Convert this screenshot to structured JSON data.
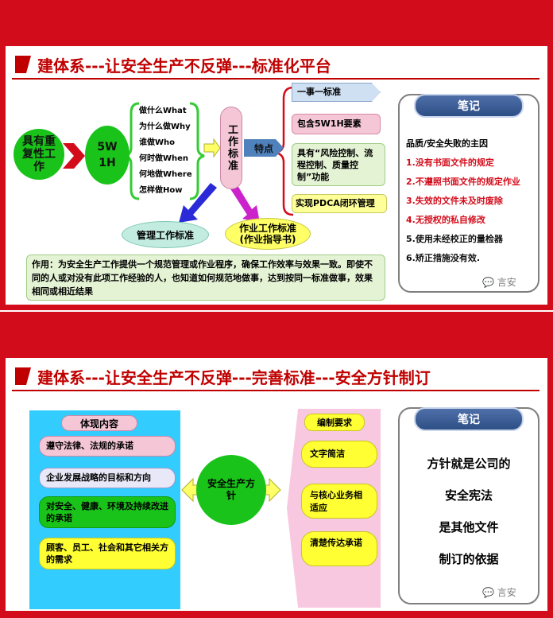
{
  "slide1": {
    "title": "建体系---让安全生产不反弹---标准化平台",
    "source": "具有重复性工作",
    "fivew": "5W\n1H",
    "questions": [
      "做什么What",
      "为什么做Why",
      "谁做Who",
      "何时做When",
      "何地做Where",
      "怎样做How"
    ],
    "work_standard": "工作标准",
    "features_label": "特点",
    "features": [
      "一事一标准",
      "包含5W1H要素",
      "具有“风险控制、流程控制、质量控制”功能",
      "实现PDCA闭环管理"
    ],
    "mgmt_standard": "管理工作标准",
    "op_standard": "作业工作标准\n(作业指导书)",
    "role_text": "作用：为安全生产工作提供一个规范管理或作业程序，确保工作效率与效果一致。即使不同的人或对没有此项工作经验的人，也知道如何规范地做事，达到按同一标准做事，效果相同或相近结果",
    "note_title": "笔记",
    "note_intro": "品质/安全失败的主因",
    "note_items": [
      "1.没有书面文件的规定",
      "2.不遵照书面文件的规定作业",
      "3.失效的文件未及时废除",
      "4.无授权的私自修改",
      "5.使用未经校正的量检器",
      "6.矫正措施没有效."
    ],
    "watermark": "言安"
  },
  "slide2": {
    "title": "建体系---让安全生产不反弹---完善标准---安全方针制订",
    "content_header": "体现内容",
    "content_items": [
      "遵守法律、法规的承诺",
      "企业发展战略的目标和方向",
      "对安全、健康、环境及持续改进的承诺",
      "顾客、员工、社会和其它相关方的需求"
    ],
    "center": "安全生产方针",
    "req_header": "编制要求",
    "req_items": [
      "文字简洁",
      "与核心业务相适应",
      "清楚传达承诺"
    ],
    "note_title": "笔记",
    "note_lines": [
      "方针就是公司的",
      "安全宪法",
      "是其他文件",
      "制订的依据"
    ],
    "watermark": "言安"
  },
  "colors": {
    "brand_red": "#d30c1b",
    "title_red": "#c00000",
    "green": "#19c319",
    "note_blue": "#2e4f86"
  }
}
